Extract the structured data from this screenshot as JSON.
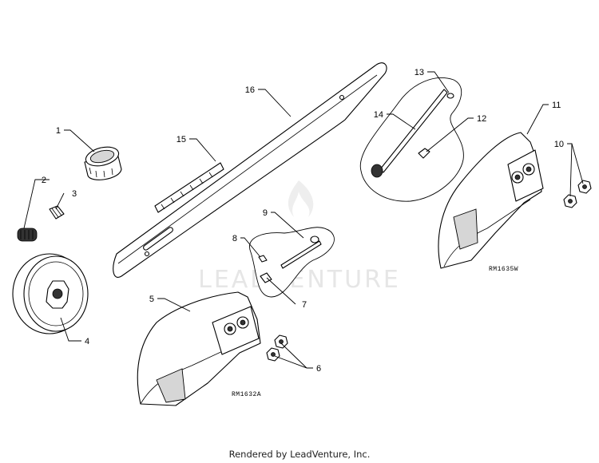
{
  "watermark": {
    "text": "LEADVENTURE"
  },
  "callouts": {
    "c1": "1",
    "c2": "2",
    "c3": "3",
    "c4": "4",
    "c5": "5",
    "c6": "6",
    "c7": "7",
    "c8": "8",
    "c9": "9",
    "c10": "10",
    "c11": "11",
    "c12": "12",
    "c13": "13",
    "c14": "14",
    "c15": "15",
    "c16": "16"
  },
  "figure_codes": {
    "lower": "RM1632A",
    "upper": "RM1635W"
  },
  "footer": {
    "text": "Rendered by LeadVenture, Inc."
  },
  "colors": {
    "line": "#000000",
    "shade": "#d6d6d6",
    "watermark": "#e6e6e6"
  }
}
